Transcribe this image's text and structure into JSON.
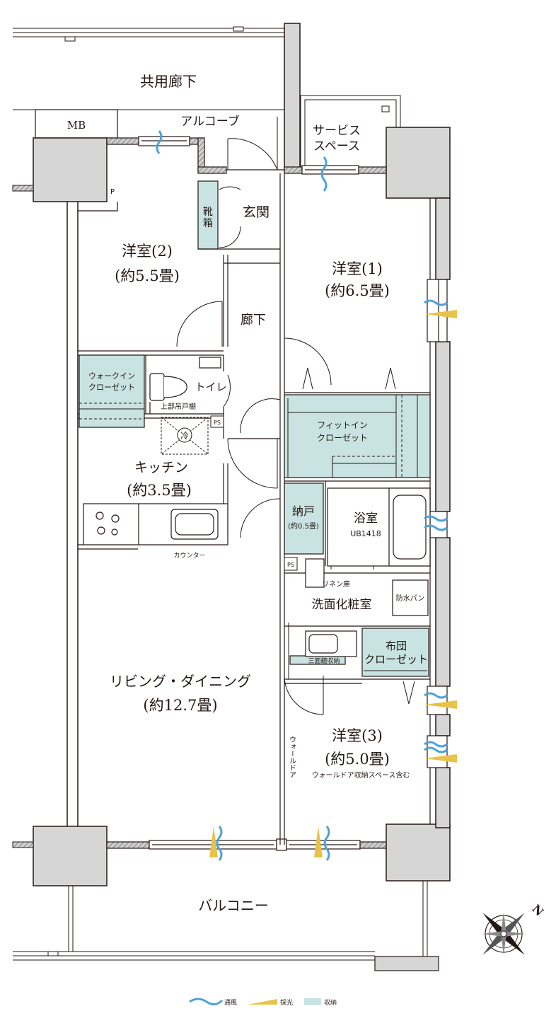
{
  "rooms": {
    "corridor_common": "共用廊下",
    "mb": "MB",
    "alcove": "アルコーブ",
    "service_space_1": "サービス",
    "service_space_2": "スペース",
    "entrance": "玄関",
    "shoe_box_1": "靴",
    "shoe_box_2": "箱",
    "western2_name": "洋室(2)",
    "western2_size": "(約5.5畳)",
    "western1_name": "洋室(1)",
    "western1_size": "(約6.5畳)",
    "hallway": "廊下",
    "wic_1": "ウォークイン",
    "wic_2": "クローゼット",
    "toilet": "トイレ",
    "upper_cabinet": "上部吊戸棚",
    "fridge": "冷",
    "ps_1": "PS",
    "ps_2": "PS",
    "fit_closet_1": "フィットイン",
    "fit_closet_2": "クローゼット",
    "kitchen_name": "キッチン",
    "kitchen_size": "(約3.5畳)",
    "storage_name": "納戸",
    "storage_size": "(約0.5畳)",
    "bath_name": "浴室",
    "bath_code": "UB1418",
    "counter": "カウンター",
    "linen": "リネン庫",
    "washroom": "洗面化粧室",
    "waterproof_pan": "防水パン",
    "futon_1": "布団",
    "futon_2": "クローゼット",
    "mirror_storage": "三面鏡収納",
    "living_name": "リビング・ダイニング",
    "living_size": "(約12.7畳)",
    "wall_door": "ウォールドア",
    "western3_name": "洋室(3)",
    "western3_size": "(約5.0畳)",
    "western3_note": "ウォールドア収納スペース含む",
    "balcony": "バルコニー",
    "pipe_p": "P"
  },
  "compass": {
    "north": "N"
  },
  "legend": {
    "ventilation": "通風",
    "light": "採光",
    "storage": "収納"
  },
  "colors": {
    "storage_fill": "#c8e3e2",
    "wall": "#231815",
    "column_fill": "#d6d6d6",
    "wind": "#4ca3d8",
    "light": "#e8c34a"
  }
}
